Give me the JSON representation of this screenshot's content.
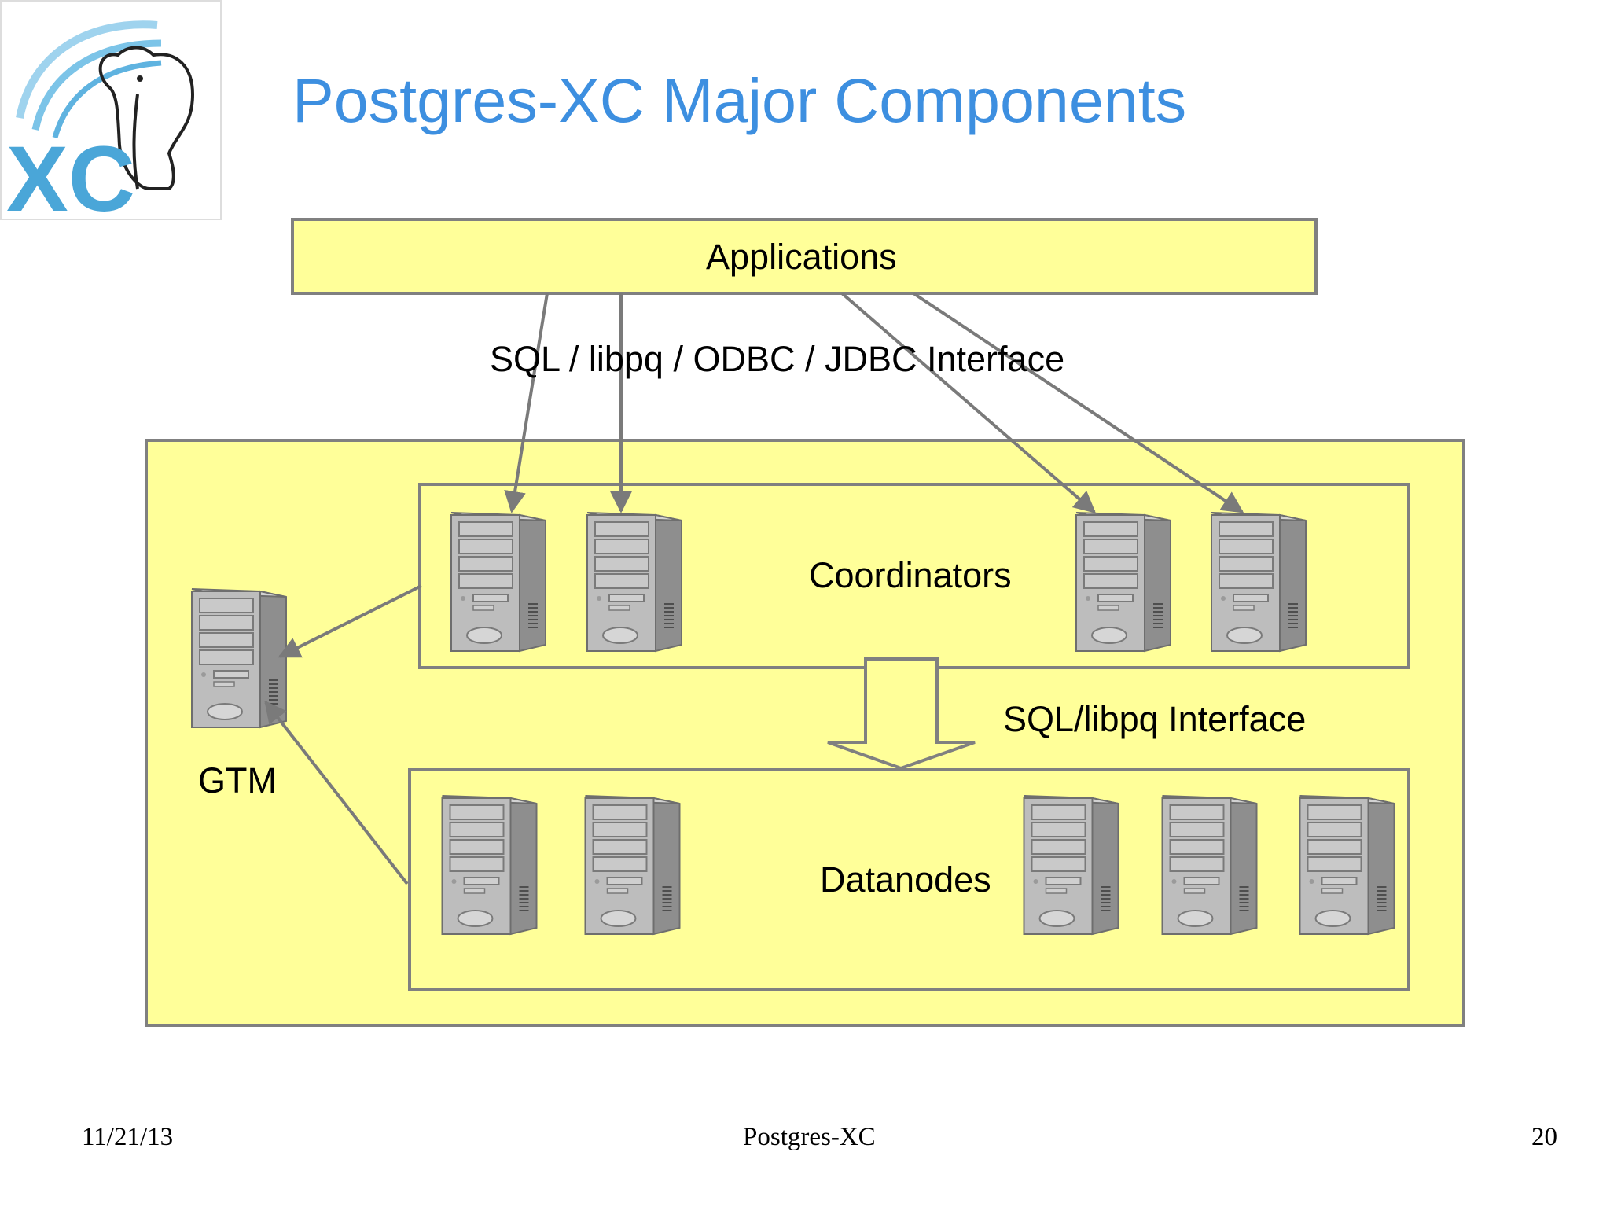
{
  "slide": {
    "title": "Postgres-XC Major Components",
    "logo_text": "XC"
  },
  "diagram": {
    "applications_label": "Applications",
    "client_interface_label": "SQL / libpq / ODBC / JDBC Interface",
    "coordinators_label": "Coordinators",
    "internal_interface_label": "SQL/libpq Interface",
    "datanodes_label": "Datanodes",
    "gtm_label": "GTM",
    "coordinator_server_count": 4,
    "datanode_server_count": 5
  },
  "footer": {
    "date": "11/21/13",
    "center": "Postgres-XC",
    "page_number": "20"
  },
  "colors": {
    "title": "#3d8fe0",
    "box_fill": "#ffff99",
    "box_stroke": "#808080",
    "arrow": "#7a7a7a",
    "server_body": "#bdbdbd",
    "logo_blue": "#4aa6d8"
  },
  "icons": {
    "logo": "postgres-xc-elephant-logo",
    "server": "tower-server-icon"
  }
}
